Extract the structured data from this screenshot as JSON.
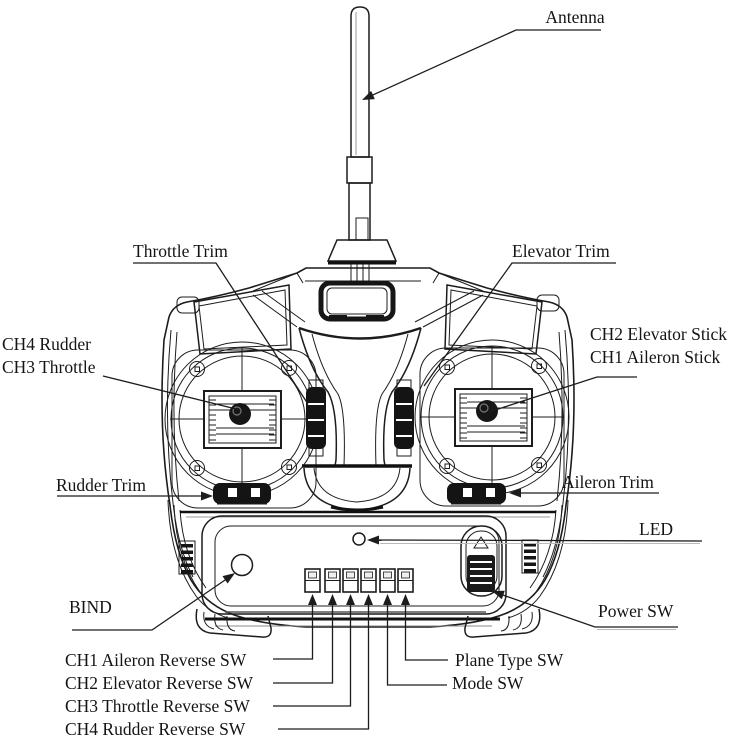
{
  "figure": {
    "background_color": "#ffffff",
    "line_color": "#1c1c1c",
    "label_text_color": "#141414"
  },
  "labels": {
    "antenna": "Antenna",
    "throttle_trim": "Throttle Trim",
    "elevator_trim": "Elevator Trim",
    "ch4_rudder": "CH4 Rudder",
    "ch3_throttle": "CH3 Throttle",
    "ch2_elevator_stick": "CH2 Elevator Stick",
    "ch1_aileron_stick": "CH1 Aileron Stick",
    "rudder_trim": "Rudder Trim",
    "aileron_trim": "Aileron Trim",
    "led": "LED",
    "bind": "BIND",
    "power_sw": "Power SW",
    "ch1_aileron_reverse_sw": "CH1 Aileron Reverse SW",
    "ch2_elevator_reverse_sw": "CH2 Elevator Reverse SW",
    "ch3_throttle_reverse_sw": "CH3 Throttle Reverse SW",
    "ch4_rudder_reverse_sw": "CH4 Rudder Reverse SW",
    "plane_type_sw": "Plane Type SW",
    "mode_sw": "Mode SW"
  }
}
